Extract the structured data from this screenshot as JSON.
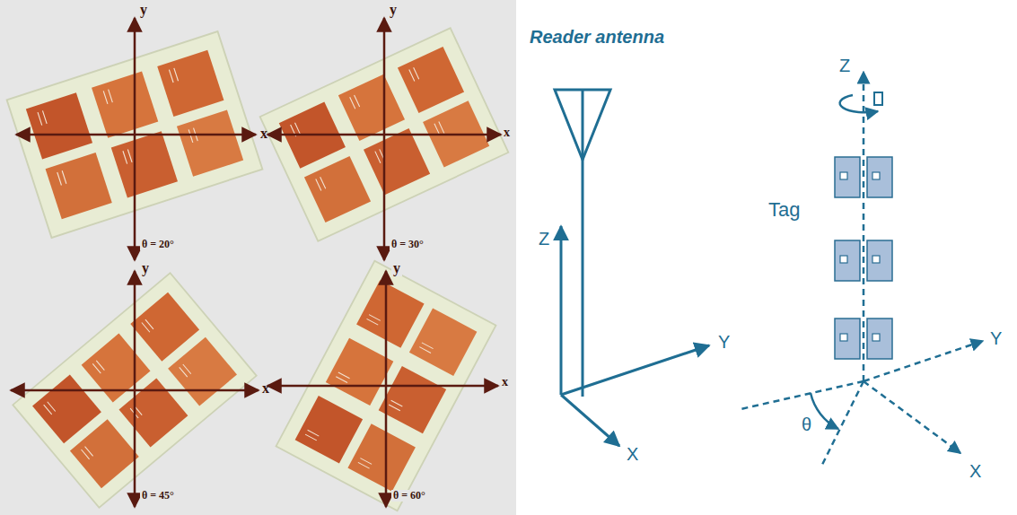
{
  "diagram": {
    "labels": [
      "y",
      "x",
      "θ = 20°",
      "y",
      "x",
      "θ = 30°",
      "y",
      "x",
      "θ = 45°",
      "y",
      "x",
      "θ = 60°",
      "Reader antenna",
      "Z",
      "Y",
      "X",
      "Z",
      "Tag",
      "Y",
      "θ",
      "X"
    ]
  }
}
